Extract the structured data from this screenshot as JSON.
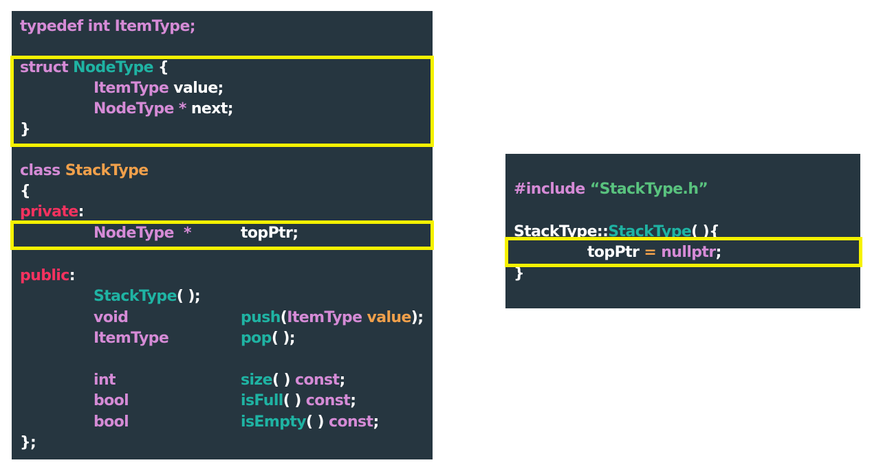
{
  "colors": {
    "panel_bg": "#263640",
    "keyword": "#d58bd6",
    "type_name": "#1fb3a3",
    "class_name": "#f0a04b",
    "access": "#f4325f",
    "string": "#59c27e",
    "highlight": "#f6f200"
  },
  "header_code": {
    "typedef_line": {
      "kw": "typedef int",
      "name": "ItemType;"
    },
    "struct_open": {
      "kw": "struct",
      "name": "NodeType",
      "brace": "{"
    },
    "member_value": {
      "type": "ItemType",
      "name": "value;"
    },
    "member_next": {
      "type": "NodeType",
      "op": "*",
      "name": "next;"
    },
    "struct_close": "}",
    "class_line": {
      "kw": "class",
      "name": "StackType"
    },
    "class_open": "{",
    "private_label": {
      "kw": "private",
      "colon": ":"
    },
    "member_topptr": {
      "type": "NodeType",
      "op": "*",
      "name": "topPtr;"
    },
    "public_label": {
      "kw": "public",
      "colon": ":"
    },
    "ctor": {
      "name": "StackType",
      "parens": "( );"
    },
    "push": {
      "ret": "void",
      "name": "push",
      "open": "(",
      "ptype": "ItemType",
      "pname": "value",
      "close": ");"
    },
    "pop": {
      "ret": "ItemType",
      "name": "pop",
      "parens": "( );"
    },
    "size": {
      "ret": "int",
      "name": "size",
      "parens": "( )",
      "qual": "const",
      "semi": ";"
    },
    "isfull": {
      "ret": "bool",
      "name": "isFull",
      "parens": "( )",
      "qual": "const",
      "semi": ";"
    },
    "isempty": {
      "ret": "bool",
      "name": "isEmpty",
      "parens": "( )",
      "qual": "const",
      "semi": ";"
    },
    "class_close": "};"
  },
  "impl_code": {
    "include": {
      "kw": "#include",
      "file": "“StackType.h”"
    },
    "ctor_def": {
      "scope": "StackType::",
      "name": "StackType",
      "rest": "( ){"
    },
    "assign": {
      "lhs": "topPtr",
      "op": "=",
      "rhs": "nullptr",
      "semi": ";"
    },
    "close": "}"
  }
}
